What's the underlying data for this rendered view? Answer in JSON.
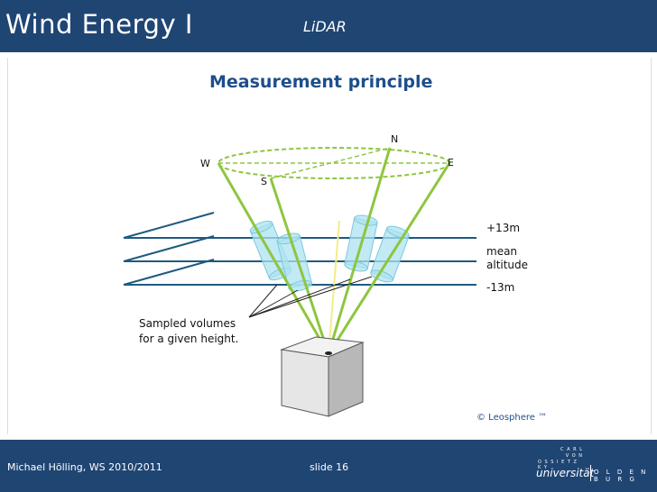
{
  "header": {
    "course_title": "Wind Energy I",
    "topic": "LiDAR"
  },
  "slide": {
    "heading": "Measurement principle",
    "diagram": {
      "compass": {
        "north": "N",
        "west": "W",
        "east": "E",
        "south": "S"
      },
      "levels": {
        "upper": "+13m",
        "mean_line1": "mean",
        "mean_line2": "altitude",
        "lower": "-13m"
      },
      "annotation_line1": "Sampled volumes",
      "annotation_line2": "for a given height.",
      "copyright": "© Leosphere ™"
    }
  },
  "footer": {
    "author": "Michael Hölling, WS 2010/2011",
    "slide_number": "slide 16",
    "logo": {
      "line1": "C A R L",
      "line2": "V O N",
      "line3": "O S S I E T Z K Y",
      "university": "universität",
      "city": "O L D E N B U R G"
    }
  },
  "colors": {
    "bar": "#1f4573",
    "heading": "#1e4e8c",
    "beam": "#8dc63f",
    "level_line": "#1f5a80",
    "volume": "#aee3f0"
  }
}
